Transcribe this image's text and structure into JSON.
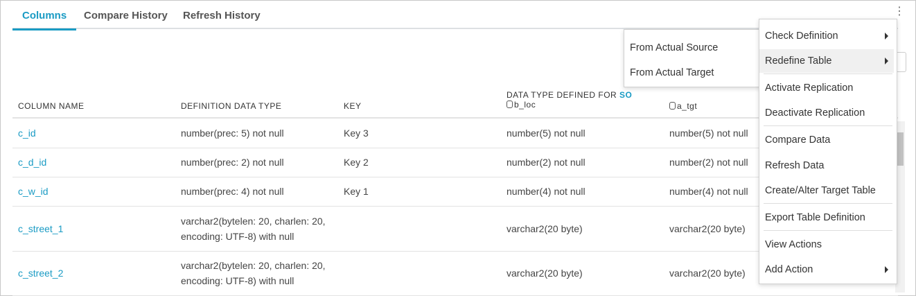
{
  "tabs": [
    {
      "label": "Columns",
      "active": true
    },
    {
      "label": "Compare History"
    },
    {
      "label": "Refresh History"
    }
  ],
  "table": {
    "headers": {
      "column_name": "COLUMN NAME",
      "definition": "DEFINITION DATA TYPE",
      "key": "KEY",
      "source_prefix": "DATA TYPE DEFINED FOR ",
      "source_link": "SO",
      "source_db": "b_loc",
      "target_db": "a_tgt"
    },
    "rows": [
      {
        "name": "c_id",
        "def1": "number(prec: 5) not null",
        "def2": "",
        "key": "Key 3",
        "source": "number(5) not null",
        "target": "number(5) not null"
      },
      {
        "name": "c_d_id",
        "def1": "number(prec: 2) not null",
        "def2": "",
        "key": "Key 2",
        "source": "number(2) not null",
        "target": "number(2) not null"
      },
      {
        "name": "c_w_id",
        "def1": "number(prec: 4) not null",
        "def2": "",
        "key": "Key 1",
        "source": "number(4) not null",
        "target": "number(4) not null"
      },
      {
        "name": "c_street_1",
        "def1": "varchar2(bytelen: 20, charlen: 20,",
        "def2": "encoding: UTF-8) with null",
        "key": "",
        "source": "varchar2(20 byte)",
        "target": "varchar2(20 byte)"
      },
      {
        "name": "c_street_2",
        "def1": "varchar2(bytelen: 20, charlen: 20,",
        "def2": "encoding: UTF-8) with null",
        "key": "",
        "source": "varchar2(20 byte)",
        "target": "varchar2(20 byte)"
      }
    ]
  },
  "menu": {
    "items": [
      "Check Definition",
      "Redefine Table",
      "Activate Replication",
      "Deactivate Replication",
      "Compare Data",
      "Refresh Data",
      "Create/Alter Target Table",
      "Export Table Definition",
      "View Actions",
      "Add Action"
    ]
  },
  "submenu": {
    "items": [
      "From Actual Source",
      "From Actual Target"
    ]
  },
  "colors": {
    "accent": "#1a9bc4"
  }
}
